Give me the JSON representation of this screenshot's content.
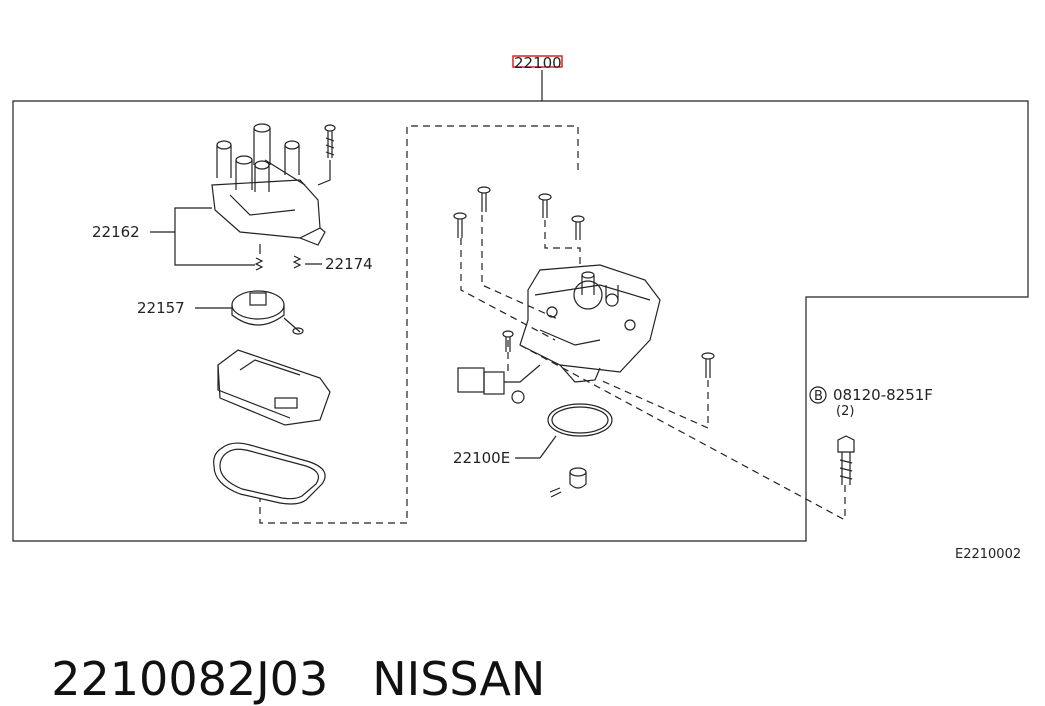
{
  "diagram": {
    "top_part_label": "22100",
    "callouts": {
      "cap": "22162",
      "screw_cap": "22174",
      "rotor": "22157",
      "oring": "22100E",
      "bolt_ref_letter": "B",
      "bolt": "08120-8251F",
      "bolt_qty": "(2)"
    },
    "figure_code": "E2210002",
    "colors": {
      "line": "#222222",
      "highlight": "#e02020"
    }
  },
  "footer": {
    "part_number": "2210082J03",
    "brand": "NISSAN"
  }
}
